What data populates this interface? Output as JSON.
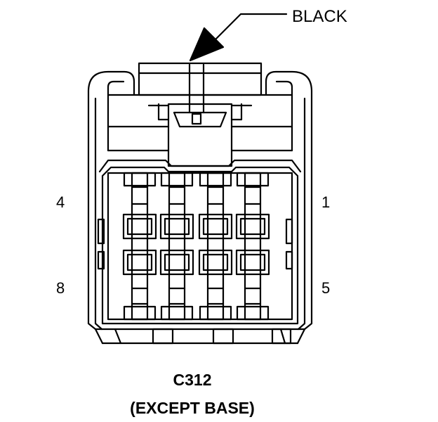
{
  "diagram": {
    "color_label": "BLACK",
    "pin_labels": {
      "top_left": "4",
      "top_right": "1",
      "bottom_left": "8",
      "bottom_right": "5"
    },
    "connector_id": "C312",
    "connector_note": "(EXCEPT BASE)",
    "colors": {
      "line": "#000000",
      "background": "#ffffff"
    }
  }
}
